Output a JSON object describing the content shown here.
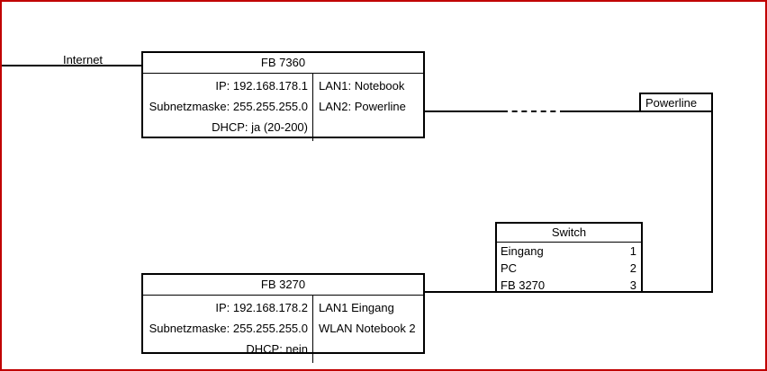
{
  "diagram": {
    "internet_label": "Internet",
    "fb7360": {
      "title": "FB 7360",
      "left_rows": [
        "IP:  192.168.178.1",
        "Subnetzmaske:  255.255.255.0",
        "DHCP:  ja (20-200)"
      ],
      "right_rows": [
        "LAN1: Notebook",
        "LAN2: Powerline",
        ""
      ]
    },
    "fb3270": {
      "title": "FB 3270",
      "left_rows": [
        "IP:  192.168.178.2",
        "Subnetzmaske:  255.255.255.0",
        "DHCP: nein"
      ],
      "right_rows": [
        "LAN1  Eingang",
        "WLAN  Notebook 2",
        ""
      ]
    },
    "switch": {
      "title": "Switch",
      "rows": [
        {
          "label": "Eingang",
          "port": "1"
        },
        {
          "label": "PC",
          "port": "2"
        },
        {
          "label": "FB 3270",
          "port": "3"
        }
      ]
    },
    "powerline": {
      "label": "Powerline"
    },
    "colors": {
      "frame": "#c00000",
      "line": "#000000",
      "text": "#000000",
      "background": "#ffffff"
    }
  }
}
